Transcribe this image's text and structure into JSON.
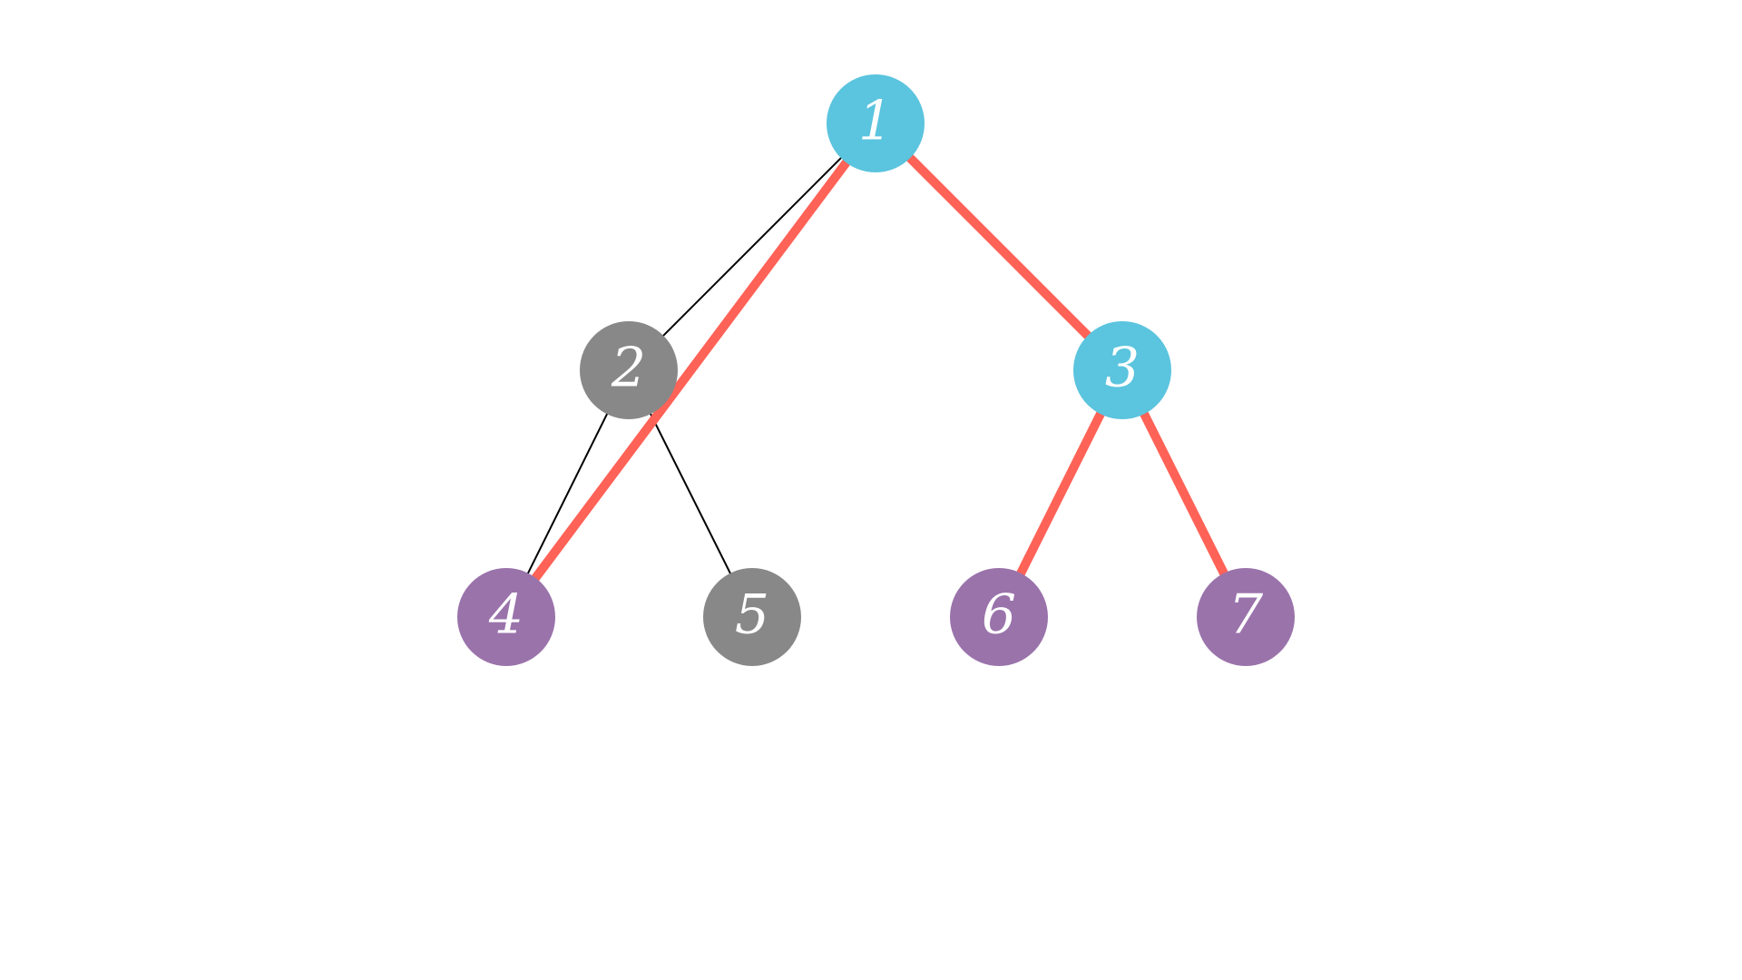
{
  "colors": {
    "background": "#ffffff",
    "highlight_edge": "#ff6257",
    "plain_edge": "#000000",
    "node_gray": "#888888",
    "node_blue": "#5bc4de",
    "node_purple": "#9a73ab",
    "label": "#ffffff"
  },
  "nodes": [
    {
      "id": "1",
      "label": "1",
      "color": "#5bc4de"
    },
    {
      "id": "2",
      "label": "2",
      "color": "#888888"
    },
    {
      "id": "3",
      "label": "3",
      "color": "#5bc4de"
    },
    {
      "id": "4",
      "label": "4",
      "color": "#9a73ab"
    },
    {
      "id": "5",
      "label": "5",
      "color": "#888888"
    },
    {
      "id": "6",
      "label": "6",
      "color": "#9a73ab"
    },
    {
      "id": "7",
      "label": "7",
      "color": "#9a73ab"
    }
  ],
  "edges": [
    {
      "from": "1",
      "to": "2",
      "style": "plain"
    },
    {
      "from": "2",
      "to": "4",
      "style": "plain"
    },
    {
      "from": "2",
      "to": "5",
      "style": "plain"
    },
    {
      "from": "1",
      "to": "4",
      "style": "highlight"
    },
    {
      "from": "1",
      "to": "3",
      "style": "highlight"
    },
    {
      "from": "3",
      "to": "6",
      "style": "highlight"
    },
    {
      "from": "3",
      "to": "7",
      "style": "highlight"
    }
  ]
}
